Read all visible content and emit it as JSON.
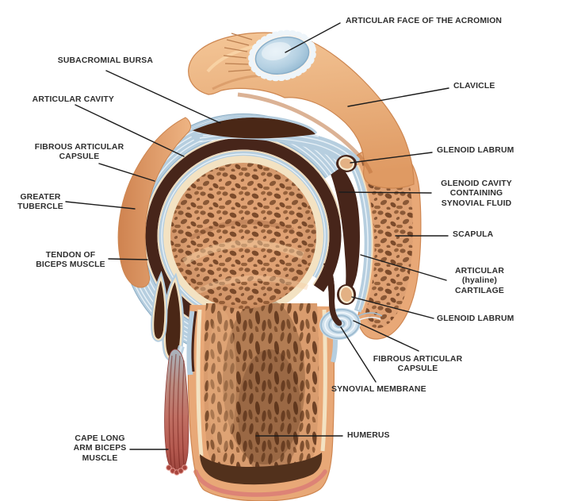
{
  "figure": {
    "title": "Shoulder joint cross-section anatomy diagram",
    "labels": {
      "articular_face_acromion": "ARTICULAR FACE OF THE ACROMION",
      "subacromial_bursa": "SUBACROMIAL BURSA",
      "articular_cavity": "ARTICULAR CAVITY",
      "fibrous_articular_capsule_left": "FIBROUS ARTICULAR\nCAPSULE",
      "greater_tubercle": "GREATER\nTUBERCLE",
      "tendon_of_biceps_muscle": "TENDON OF\nBICEPS MUSCLE",
      "cape_long_arm_biceps_muscle": "CAPE LONG\nARM BICEPS\nMUSCLE",
      "clavicle": "CLAVICLE",
      "glenoid_labrum_upper": "GLENOID LABRUM",
      "glenoid_cavity": "GLENOID CAVITY\nCONTAINING\nSYNOVIAL FLUID",
      "scapula": "SCAPULA",
      "articular_hyaline_cartilage": "ARTICULAR\n(hyaline)\nCARTILAGE",
      "glenoid_labrum_lower": "GLENOID LABRUM",
      "fibrous_articular_capsule_right": "FIBROUS ARTICULAR\nCAPSULE",
      "synovial_membrane": "SYNOVIAL MEMBRANE",
      "humerus": "HUMERUS"
    },
    "colors": {
      "background": "#ffffff",
      "bone_cortex": "#e8a877",
      "bone_highlight": "#f4c697",
      "bone_shadow": "#cf8752",
      "spongy_bone": "#dfa173",
      "trabecular_spot": "#8a5836",
      "cortical_cream": "#f3e2c2",
      "capsule_cartilage_blue": "#b6cedf",
      "capsule_light_stripe": "#e8f1f7",
      "cavity_brown": "#47251a",
      "articular_face_blue": "#a9c9de",
      "muscle_red": "#bb5f54",
      "humerus_rim_pink": "#dd8376",
      "label_text": "#2e2e2e",
      "leader_line": "#1c1c1c"
    }
  }
}
